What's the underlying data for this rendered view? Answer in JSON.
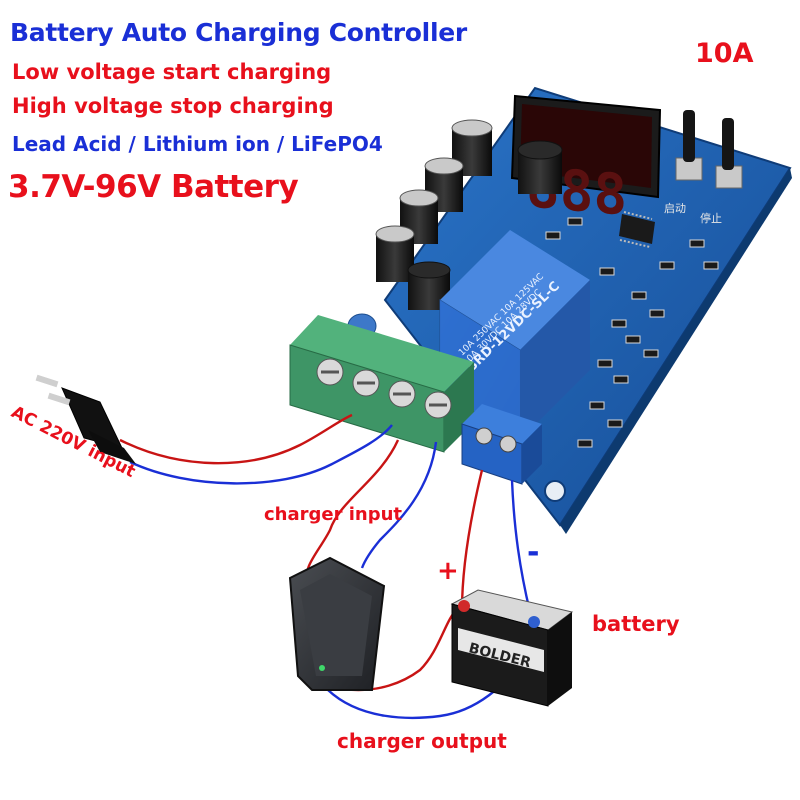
{
  "texts": {
    "title": "Battery Auto Charging Controller",
    "low_voltage": "Low voltage start charging",
    "high_voltage": "High voltage stop charging",
    "battery_types": "Lead Acid / Lithium ion / LiFePO4",
    "voltage_range": "3.7V-96V Battery",
    "current_rating": "10A",
    "ac_input_label": "AC 220V input",
    "charger_input_label": "charger input",
    "plus_label": "+",
    "minus_label": "-",
    "battery_label": "battery",
    "charger_output_label": "charger output"
  },
  "board": {
    "display_digits": "888",
    "relay_text": "SRD-12VDC-SL-C",
    "relay_rating_1": "10A 250VAC 10A 125VAC",
    "relay_rating_2": "10A 30VDC 10A 28VDC",
    "button_start": "启动",
    "button_stop": "停止",
    "battery_brand": "BOLDER"
  },
  "colors": {
    "title_blue": "#1a2fd6",
    "label_red": "#e8101c",
    "pcb_blue": "#1d5fb0",
    "terminal_green": "#3e9566",
    "relay_blue": "#2f6ed1",
    "wire_red": "#c81414",
    "wire_blue": "#1a2fd6"
  }
}
